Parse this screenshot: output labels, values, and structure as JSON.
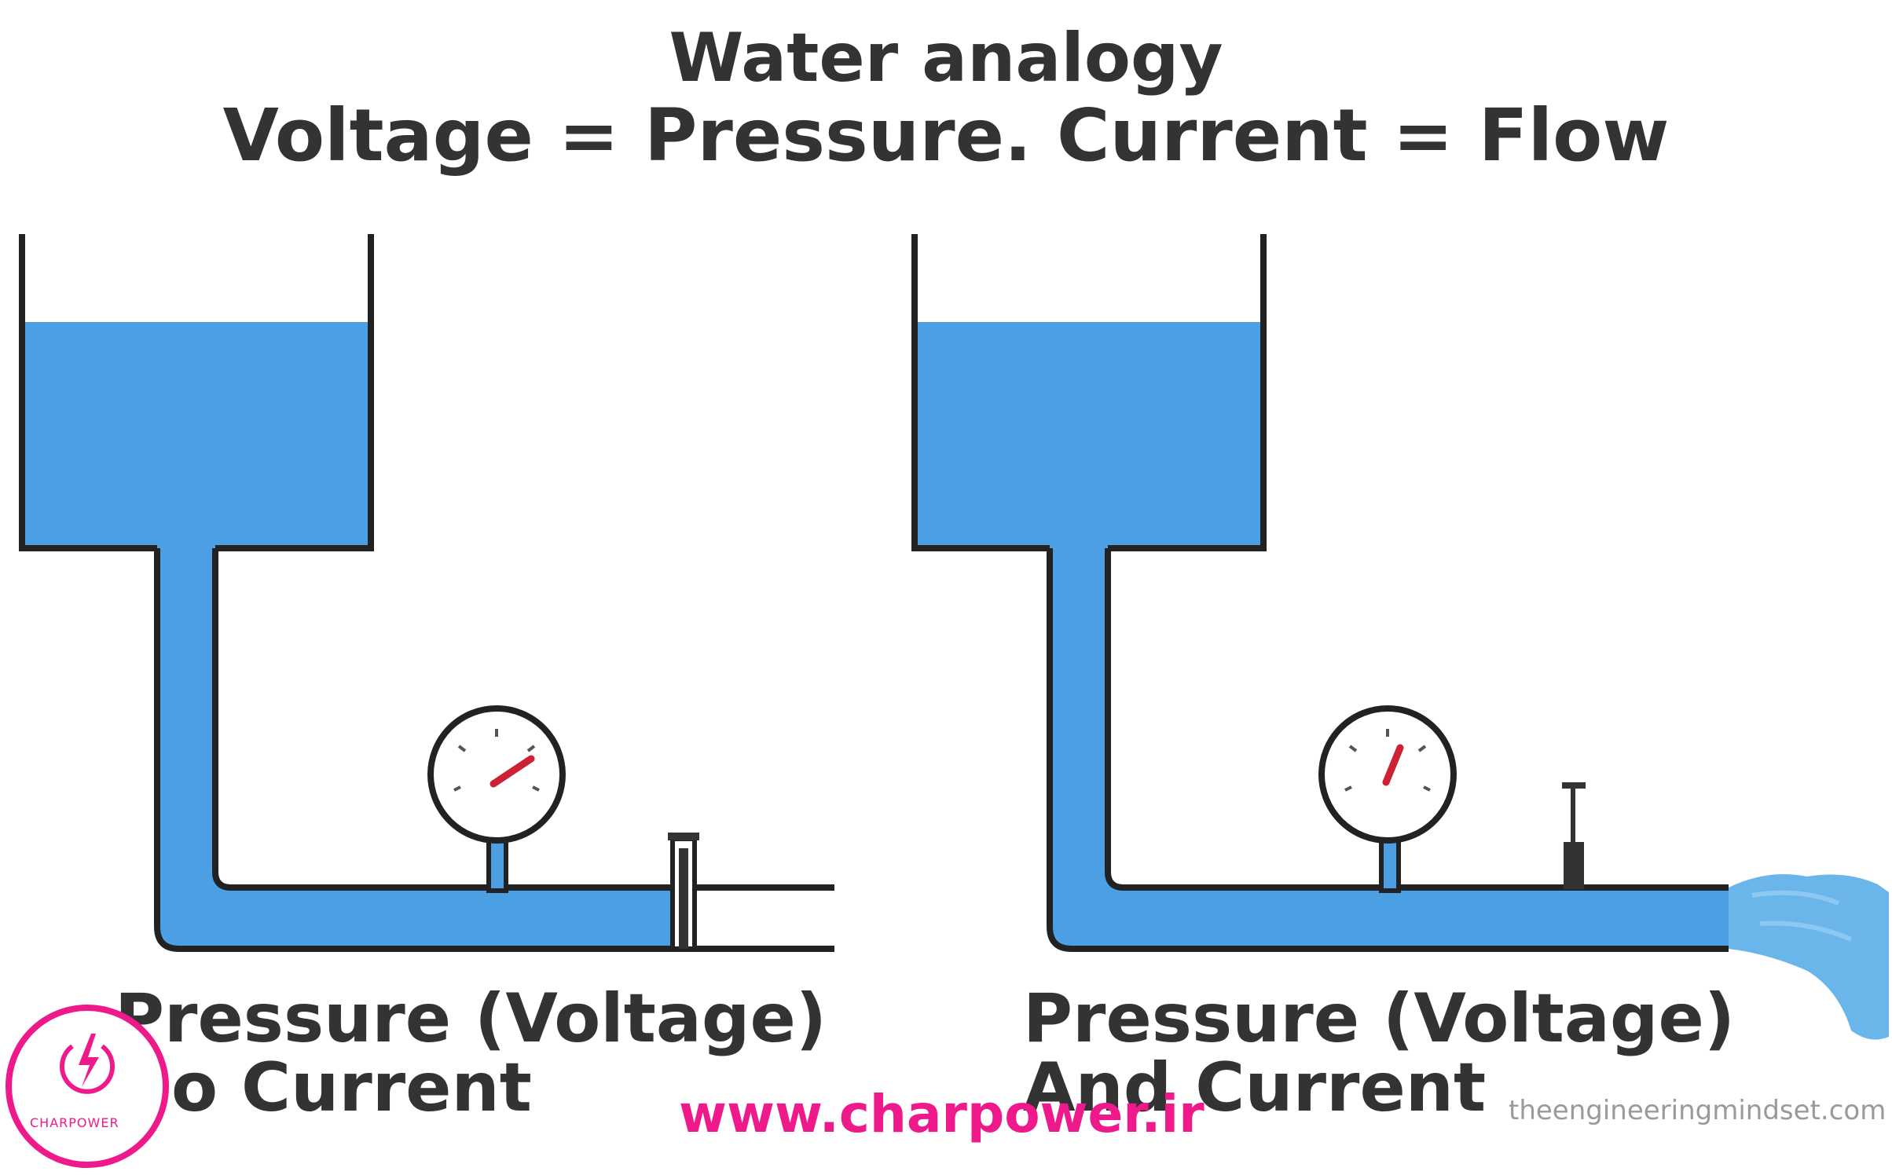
{
  "title": {
    "line1": "Water analogy",
    "line2": "Voltage = Pressure.  Current = Flow"
  },
  "panels": [
    {
      "caption_line1": "Pressure (Voltage)",
      "caption_line2": "No Current",
      "valve_state": "closed"
    },
    {
      "caption_line1": "Pressure (Voltage)",
      "caption_line2": "And Current",
      "valve_state": "open"
    }
  ],
  "watermark": "theengineeringmindset.com",
  "site_url": "www.charpower.ir",
  "logo_text": "CHARPOWER",
  "colors": {
    "water": "#4c9fe3",
    "outline": "#222222",
    "text": "#333333",
    "needle": "#cc2233",
    "brand": "#ee1a8c"
  }
}
